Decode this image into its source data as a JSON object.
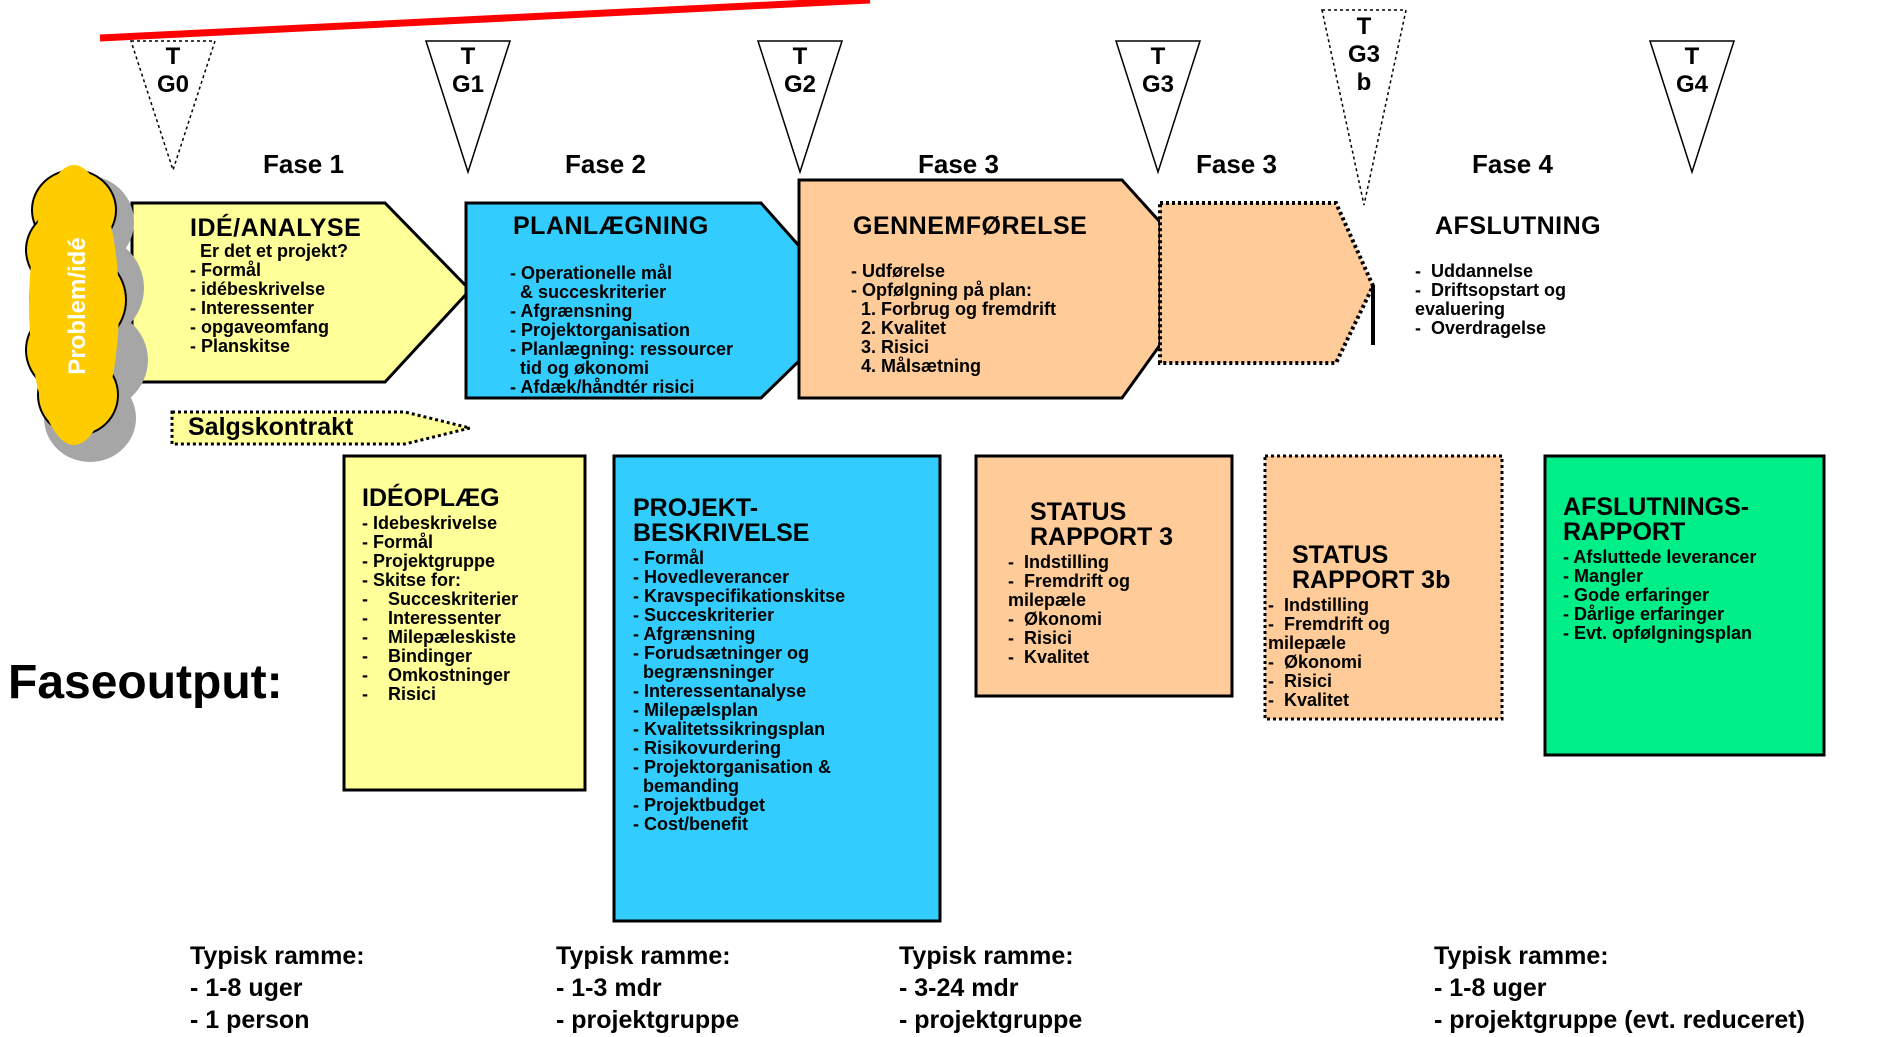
{
  "gates": [
    {
      "top": "T",
      "label": "G0"
    },
    {
      "top": "T",
      "label": "G1"
    },
    {
      "top": "T",
      "label": "G2"
    },
    {
      "top": "T",
      "label": "G3"
    },
    {
      "top": "T",
      "label": "G3 b"
    },
    {
      "top": "T",
      "label": "G4"
    }
  ],
  "phases": [
    "Fase 1",
    "Fase 2",
    "Fase 3",
    "Fase 3",
    "Fase 4"
  ],
  "cloud_label": "Problem/idé",
  "salgskontrakt": "Salgskontrakt",
  "stages": {
    "ide": {
      "title": "IDÉ/ANALYSE",
      "lines": "  Er det et projekt?\n- Formål\n- idébeskrivelse\n- Interessenter\n- opgaveomfang\n- Planskitse"
    },
    "plan": {
      "title": "PLANLÆGNING",
      "lines": "- Operationelle mål\n  & succeskriterier\n- Afgrænsning\n- Projektorganisation\n- Planlægning: ressourcer\n  tid og økonomi\n- Afdæk/håndtér risici"
    },
    "gennem": {
      "title": "GENNEMFØRELSE",
      "lines": "- Udførelse\n- Opfølgning på plan:\n  1. Forbrug og fremdrift\n  2. Kvalitet\n  3. Risici\n  4. Målsætning"
    },
    "afslut": {
      "title": "AFSLUTNING",
      "lines": "-  Uddannelse\n-  Driftsopstart og\nevaluering\n-  Overdragelse"
    }
  },
  "faseoutput_label": "Faseoutput:",
  "outputs": {
    "ideoplaeg": {
      "title": "IDÉOPLÆG",
      "lines": "- Idebeskrivelse\n- Formål\n- Projektgruppe\n- Skitse for:\n-    Succeskriterier\n-    Interessenter\n-    Milepæleskiste\n-    Bindinger\n-    Omkostninger\n-    Risici"
    },
    "projekt": {
      "title": "PROJEKT-\nBESKRIVELSE",
      "lines": "- Formål\n- Hovedleverancer\n- Kravspecifikationskitse\n- Succeskriterier\n- Afgrænsning\n- Forudsætninger og\n  begrænsninger\n- Interessentanalyse\n- Milepælsplan\n- Kvalitetssikringsplan\n- Risikovurdering\n- Projektorganisation &\n  bemanding\n- Projektbudget\n- Cost/benefit"
    },
    "status3": {
      "title": "STATUS\nRAPPORT 3",
      "lines": "-  Indstilling\n-  Fremdrift og\nmilepæle\n-  Økonomi\n-  Risici\n-  Kvalitet"
    },
    "status3b": {
      "title": "STATUS\nRAPPORT 3b",
      "lines": "-  Indstilling\n-  Fremdrift og\nmilepæle\n-  Økonomi\n-  Risici\n-  Kvalitet"
    },
    "afslutning": {
      "title": "AFSLUTNINGS-\nRAPPORT",
      "lines": "- Afsluttede leverancer\n- Mangler\n- Gode erfaringer\n- Dårlige erfaringer\n- Evt. opfølgningsplan"
    }
  },
  "ramme": [
    "Typisk ramme:\n- 1-8 uger\n- 1 person",
    "Typisk ramme:\n- 1-3 mdr\n- projektgruppe",
    "Typisk ramme:\n- 3-24 mdr\n- projektgruppe",
    "Typisk ramme:\n- 1-8 uger\n- projektgruppe (evt. reduceret)"
  ],
  "colors": {
    "yellow": "#FFFF99",
    "blue": "#33CCFF",
    "peach": "#FFCC99",
    "green": "#00EE88",
    "cloud": "#FFCC00",
    "red_line": "#FF0000"
  }
}
